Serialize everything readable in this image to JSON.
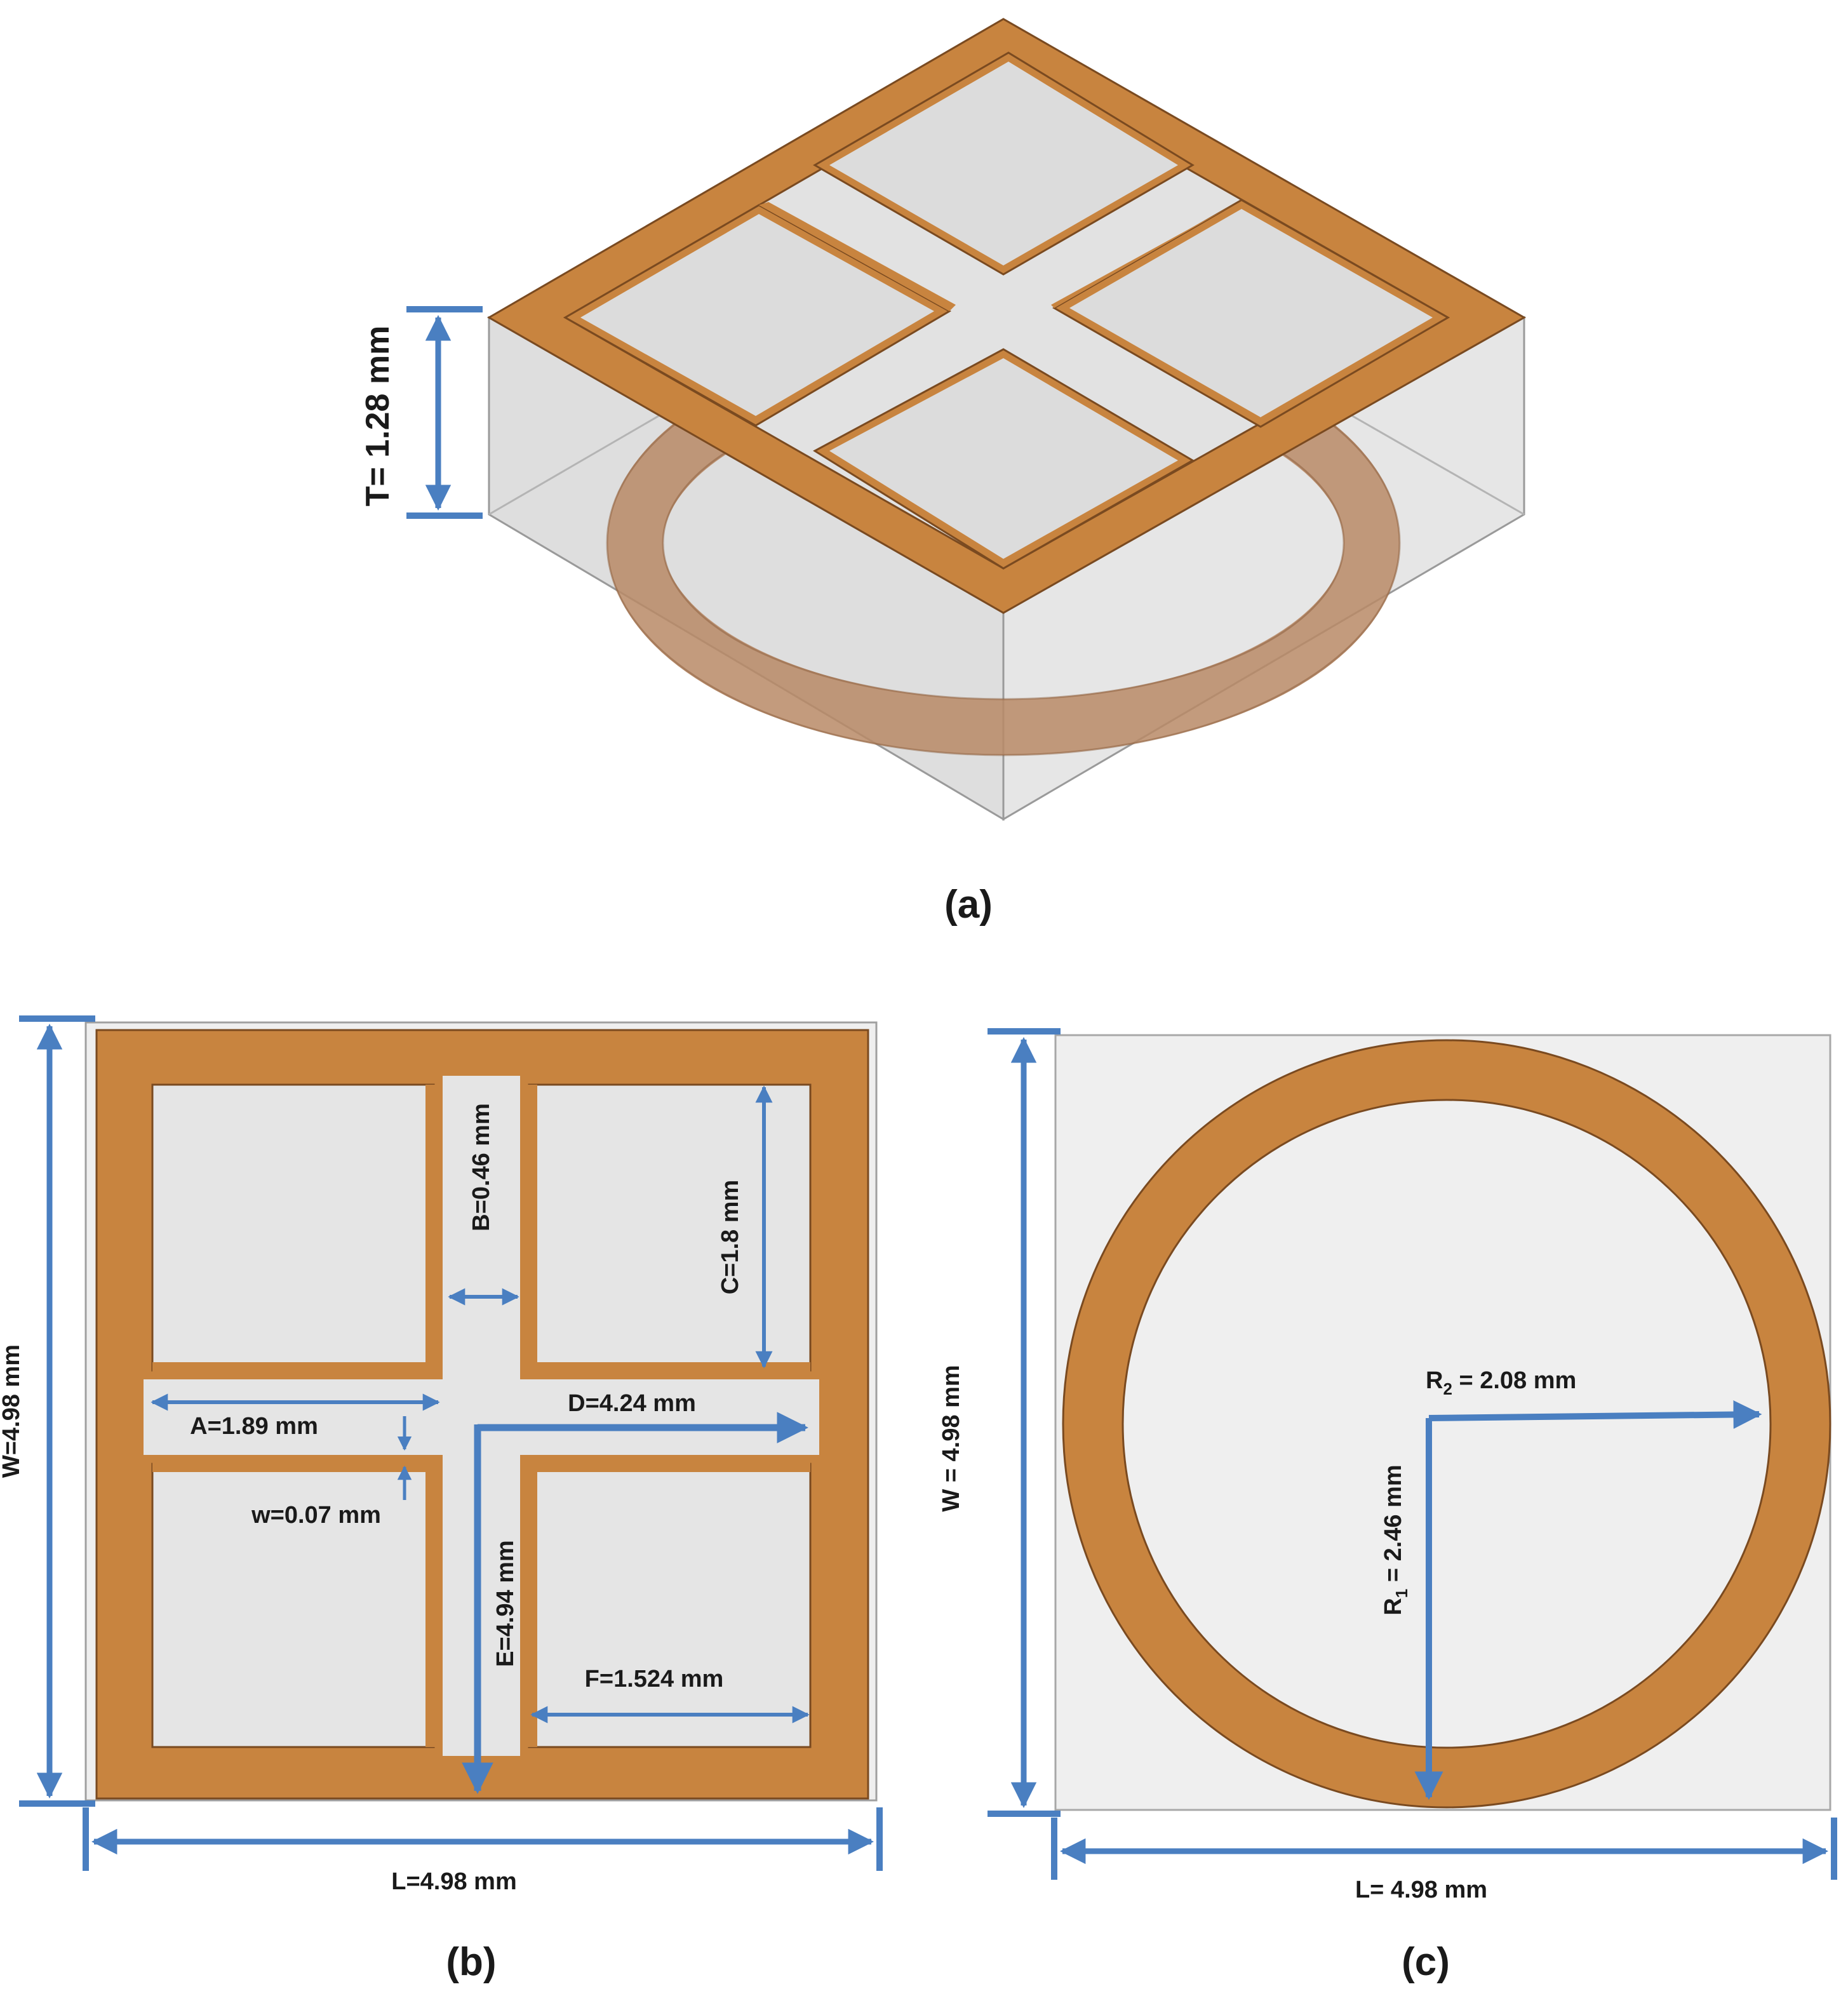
{
  "colors": {
    "copper": "#C8843F",
    "copper_edge": "#7A4A20",
    "copper_translucent": "#B98A66",
    "substrate": "#EBEBEB",
    "substrate_top": "#E2E2E2",
    "substrate_side_left": "#D0D0D0",
    "substrate_side_right": "#DCDCDC",
    "dimension_arrow": "#4A7FC1",
    "text": "#1A1A1A"
  },
  "panel_a": {
    "caption": "(a)",
    "thickness_label": "T= 1.28 mm"
  },
  "panel_b": {
    "caption": "(b)",
    "labels": {
      "W": "W=4.98 mm",
      "L": "L=4.98 mm",
      "A": "A=1.89 mm",
      "B": "B=0.46 mm",
      "C": "C=1.8 mm",
      "D": "D=4.24 mm",
      "E": "E=4.94 mm",
      "F": "F=1.524 mm",
      "w": "w=0.07 mm"
    }
  },
  "panel_c": {
    "caption": "(c)",
    "labels": {
      "W": "W = 4.98 mm",
      "L": "L= 4.98 mm",
      "R2_sym": "R",
      "R2_sub": "2",
      "R2_val": " = 2.08 mm",
      "R1_sym": "R",
      "R1_sub": "1",
      "R1_val": " = 2.46 mm"
    }
  }
}
